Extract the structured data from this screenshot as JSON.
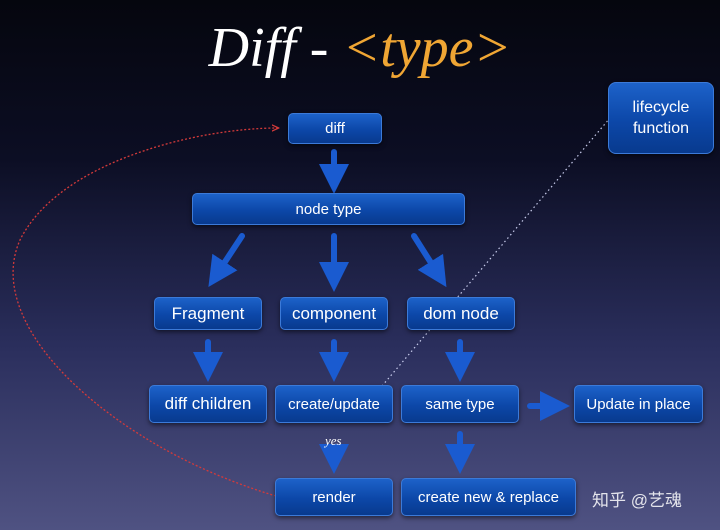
{
  "title": {
    "main": "Diff",
    "dash": "-",
    "type": "<type>"
  },
  "nodes": {
    "diff": "diff",
    "node_type": "node type",
    "fragment": "Fragment",
    "component": "component",
    "dom_node": "dom node",
    "diff_children": "diff children",
    "create_update": "create/update",
    "same_type": "same type",
    "update_in_place": "Update in place",
    "render": "render",
    "create_new_replace": "create new & replace",
    "lifecycle": "lifecycle function"
  },
  "edge_label_yes": "yes",
  "watermark": "知乎 @艺魂",
  "colors": {
    "node_fill": "#0c47a8",
    "arrow": "#1a5bd0",
    "loop_line": "#d43a3a",
    "lifecycle_line": "#c8ccec",
    "title_type": "#f0a634"
  }
}
